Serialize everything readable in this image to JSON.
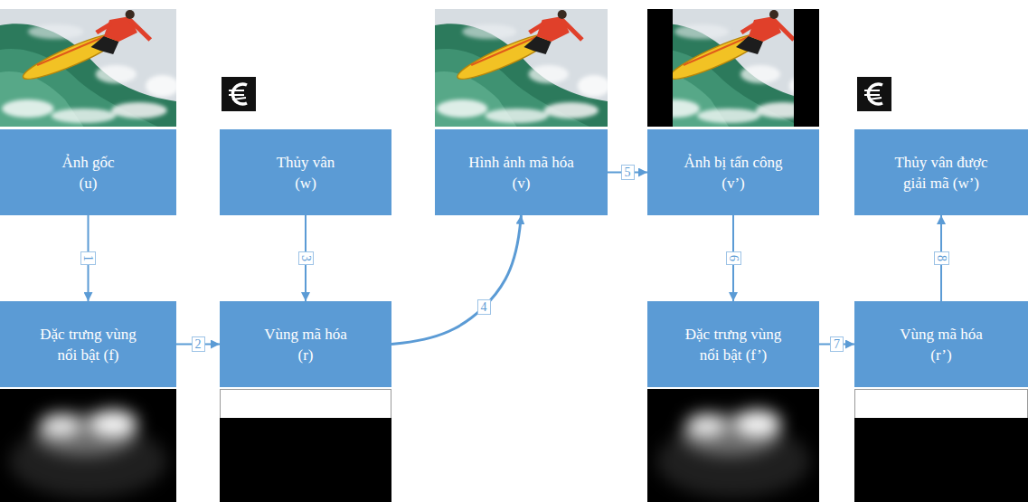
{
  "diagram": {
    "nodes": [
      {
        "text": [
          "Ảnh gốc (u)"
        ]
      },
      {
        "text": [
          "Thủy vân (w)"
        ]
      },
      {
        "text": [
          "Hình ảnh mã hóa (v)"
        ]
      },
      {
        "text": [
          "Ảnh bị tấn công (v’)"
        ]
      },
      {
        "text": [
          "Thủy vân được giải mã (w’)"
        ]
      },
      {
        "text": [
          "Đặc trưng vùng nổi bật (f)"
        ]
      },
      {
        "text": [
          "Vùng mã hóa (r)"
        ]
      },
      {
        "text": [
          "Đặc trưng vùng nổi bật (f’)"
        ]
      },
      {
        "text": [
          "Vùng mã hóa (r’)"
        ]
      }
    ],
    "edges": [
      {
        "from": 0,
        "to": 5,
        "label": "1",
        "arrow": "to"
      },
      {
        "from": 5,
        "to": 6,
        "label": "2",
        "arrow": "to"
      },
      {
        "from": 1,
        "to": 6,
        "label": "3",
        "arrow": "to"
      },
      {
        "from": 6,
        "to": 2,
        "label": "4",
        "arrow": "to"
      },
      {
        "from": 2,
        "to": 3,
        "label": "5",
        "arrow": "to"
      },
      {
        "from": 3,
        "to": 7,
        "label": "6",
        "arrow": "to"
      },
      {
        "from": 7,
        "to": 8,
        "label": "7",
        "arrow": "to"
      },
      {
        "from": 8,
        "to": 4,
        "label": "8",
        "arrow": "to"
      }
    ]
  }
}
